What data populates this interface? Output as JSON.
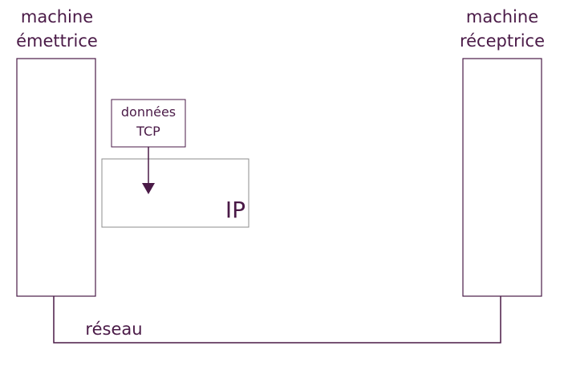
{
  "sender": {
    "line1": "machine",
    "line2": "émettrice"
  },
  "receiver": {
    "line1": "machine",
    "line2": "réceptrice"
  },
  "tcp_box": {
    "line1": "données",
    "line2": "TCP"
  },
  "ip_box": {
    "label": "IP"
  },
  "network": {
    "label": "réseau"
  },
  "colors": {
    "text": "#4a1a47",
    "lines": "#4a1a47",
    "ip_box_border": "#8c8c8c"
  }
}
